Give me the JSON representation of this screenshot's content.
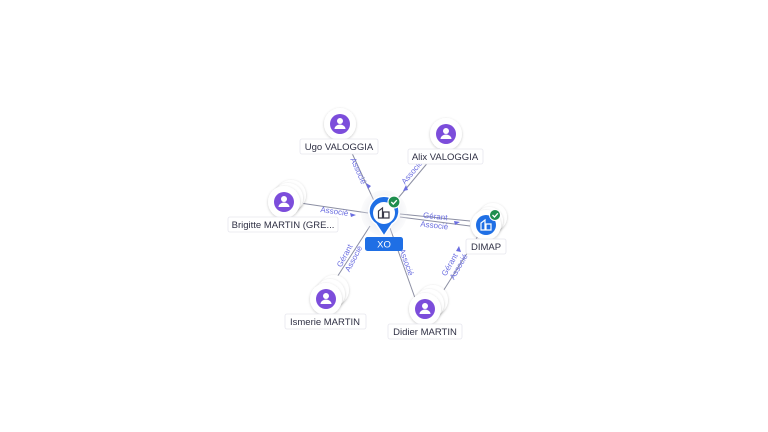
{
  "center": {
    "label": "XO",
    "icon": "building-icon",
    "status_icon": "check-icon",
    "color": "#1f6fe5"
  },
  "nodes": [
    {
      "id": "ugo",
      "label": "Ugo VALOGGIA",
      "icon": "person-icon",
      "color": "#7c4ddb"
    },
    {
      "id": "alix",
      "label": "Alix VALOGGIA",
      "icon": "person-icon",
      "color": "#7c4ddb"
    },
    {
      "id": "brigitte",
      "label": "Brigitte MARTIN (GRE...",
      "icon": "person-icon",
      "color": "#7c4ddb"
    },
    {
      "id": "ismerie",
      "label": "Ismerie MARTIN",
      "icon": "person-icon",
      "color": "#7c4ddb"
    },
    {
      "id": "didier",
      "label": "Didier MARTIN",
      "icon": "person-icon",
      "color": "#7c4ddb"
    },
    {
      "id": "dimap",
      "label": "DIMAP",
      "icon": "building-icon",
      "status_icon": "check-icon",
      "color": "#1f6fe5"
    }
  ],
  "edge_labels": {
    "ugo_xo": "Associé",
    "alix_xo": "Associé",
    "brigitte_xo": "Associé",
    "ismerie_xo": [
      "Gérant",
      "Associé"
    ],
    "didier_xo": "Associé",
    "xo_dimap": [
      "Gérant",
      "Associé"
    ],
    "didier_dimap": [
      "Gérant",
      "Associé"
    ]
  },
  "colors": {
    "edge": "#8c8fa3",
    "edge_label": "#6b6ee0",
    "check": "#1e8e4e"
  }
}
